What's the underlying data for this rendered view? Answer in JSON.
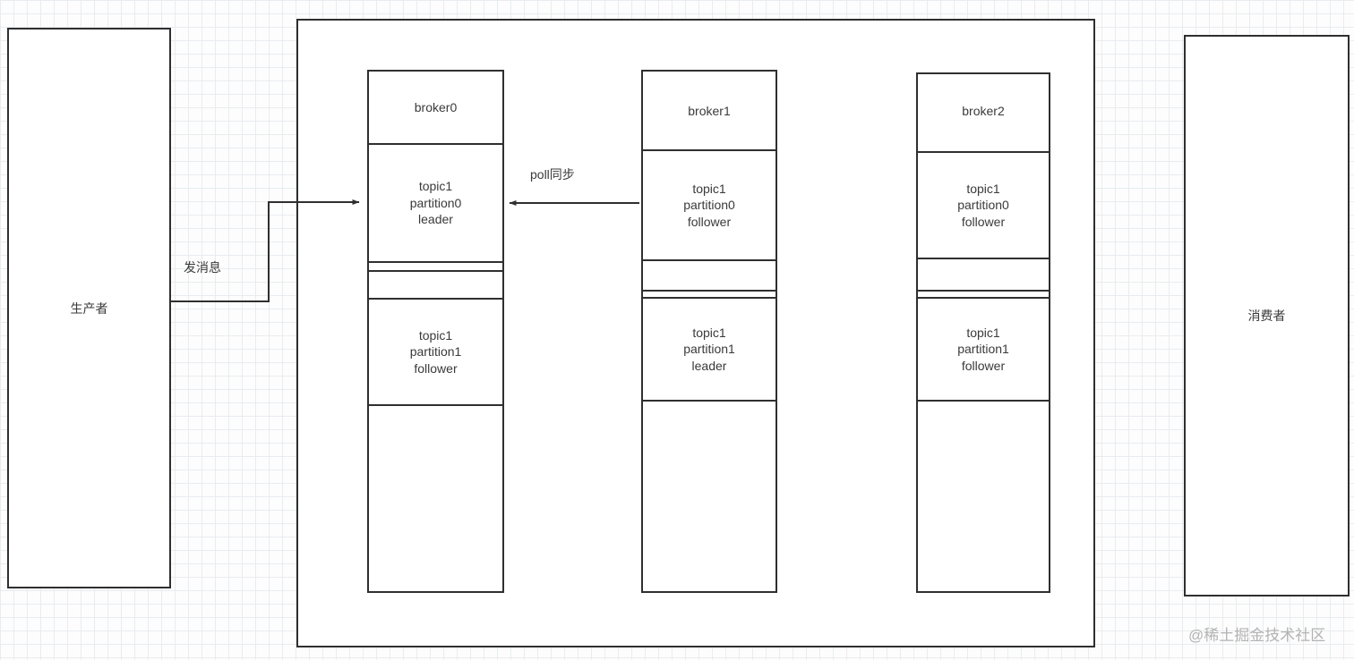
{
  "diagram": {
    "producer_label": "生产者",
    "consumer_label": "消费者",
    "arrow_send_label": "发消息",
    "arrow_poll_label": "poll同步",
    "watermark": "@稀土掘金技术社区",
    "brokers": [
      {
        "name": "broker0",
        "partition0": "topic1\npartition0\nleader",
        "partition1": "topic1\npartition1\nfollower"
      },
      {
        "name": "broker1",
        "partition0": "topic1\npartition0\nfollower",
        "partition1": "topic1\npartition1\nleader"
      },
      {
        "name": "broker2",
        "partition0": "topic1\npartition0\nfollower",
        "partition1": "topic1\npartition1\nfollower"
      }
    ]
  }
}
